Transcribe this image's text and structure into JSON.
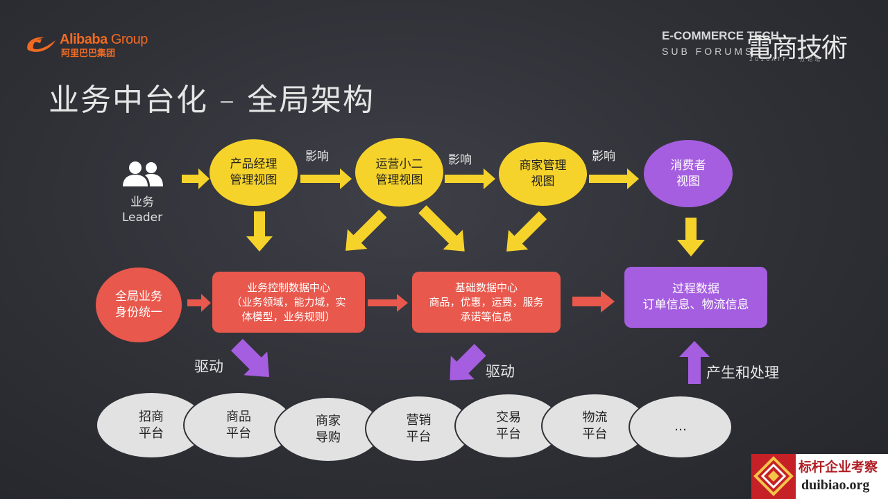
{
  "header": {
    "alibaba_en": "Alibaba",
    "alibaba_group": "Group",
    "alibaba_cn": "阿里巴巴集团",
    "ecom_line1": "E-COMMERCE TECH",
    "ecom_line2": "SUB FORUMS",
    "ecom_cn": "電商技術",
    "ecom_year": "2016ATF · 分论坛"
  },
  "title": "业务中台化 – 全局架构",
  "user": {
    "line1": "业务",
    "line2": "Leader"
  },
  "views": {
    "pm": [
      "产品经理",
      "管理视图"
    ],
    "ops": [
      "运营小二",
      "管理视图"
    ],
    "merchant": [
      "商家管理",
      "视图"
    ],
    "consumer": [
      "消费者",
      "视图"
    ]
  },
  "influence_label": "影响",
  "identity": [
    "全局业务",
    "身份统一"
  ],
  "control_center": [
    "业务控制数据中心",
    "（业务领域，能力域，实",
    "体模型，业务规则）"
  ],
  "basic_center": [
    "基础数据中心",
    "商品，优惠，运费，服务",
    "承诺等信息"
  ],
  "process_data": [
    "过程数据",
    "订单信息、物流信息"
  ],
  "drive_label": "驱动",
  "produce_label": "产生和处理",
  "platforms": [
    [
      "招商",
      "平台"
    ],
    [
      "商品",
      "平台"
    ],
    [
      "商家",
      "导购"
    ],
    [
      "营销",
      "平台"
    ],
    [
      "交易",
      "平台"
    ],
    [
      "物流",
      "平台"
    ],
    [
      "…",
      ""
    ]
  ],
  "watermark": {
    "cn": "标杆企业考察",
    "url": "duibiao.org"
  },
  "colors": {
    "yellow": "#f6d32b",
    "purple": "#a55ee0",
    "red": "#e8584c",
    "ellipse": "#e2e2e2",
    "accent_orange": "#f06a22"
  }
}
